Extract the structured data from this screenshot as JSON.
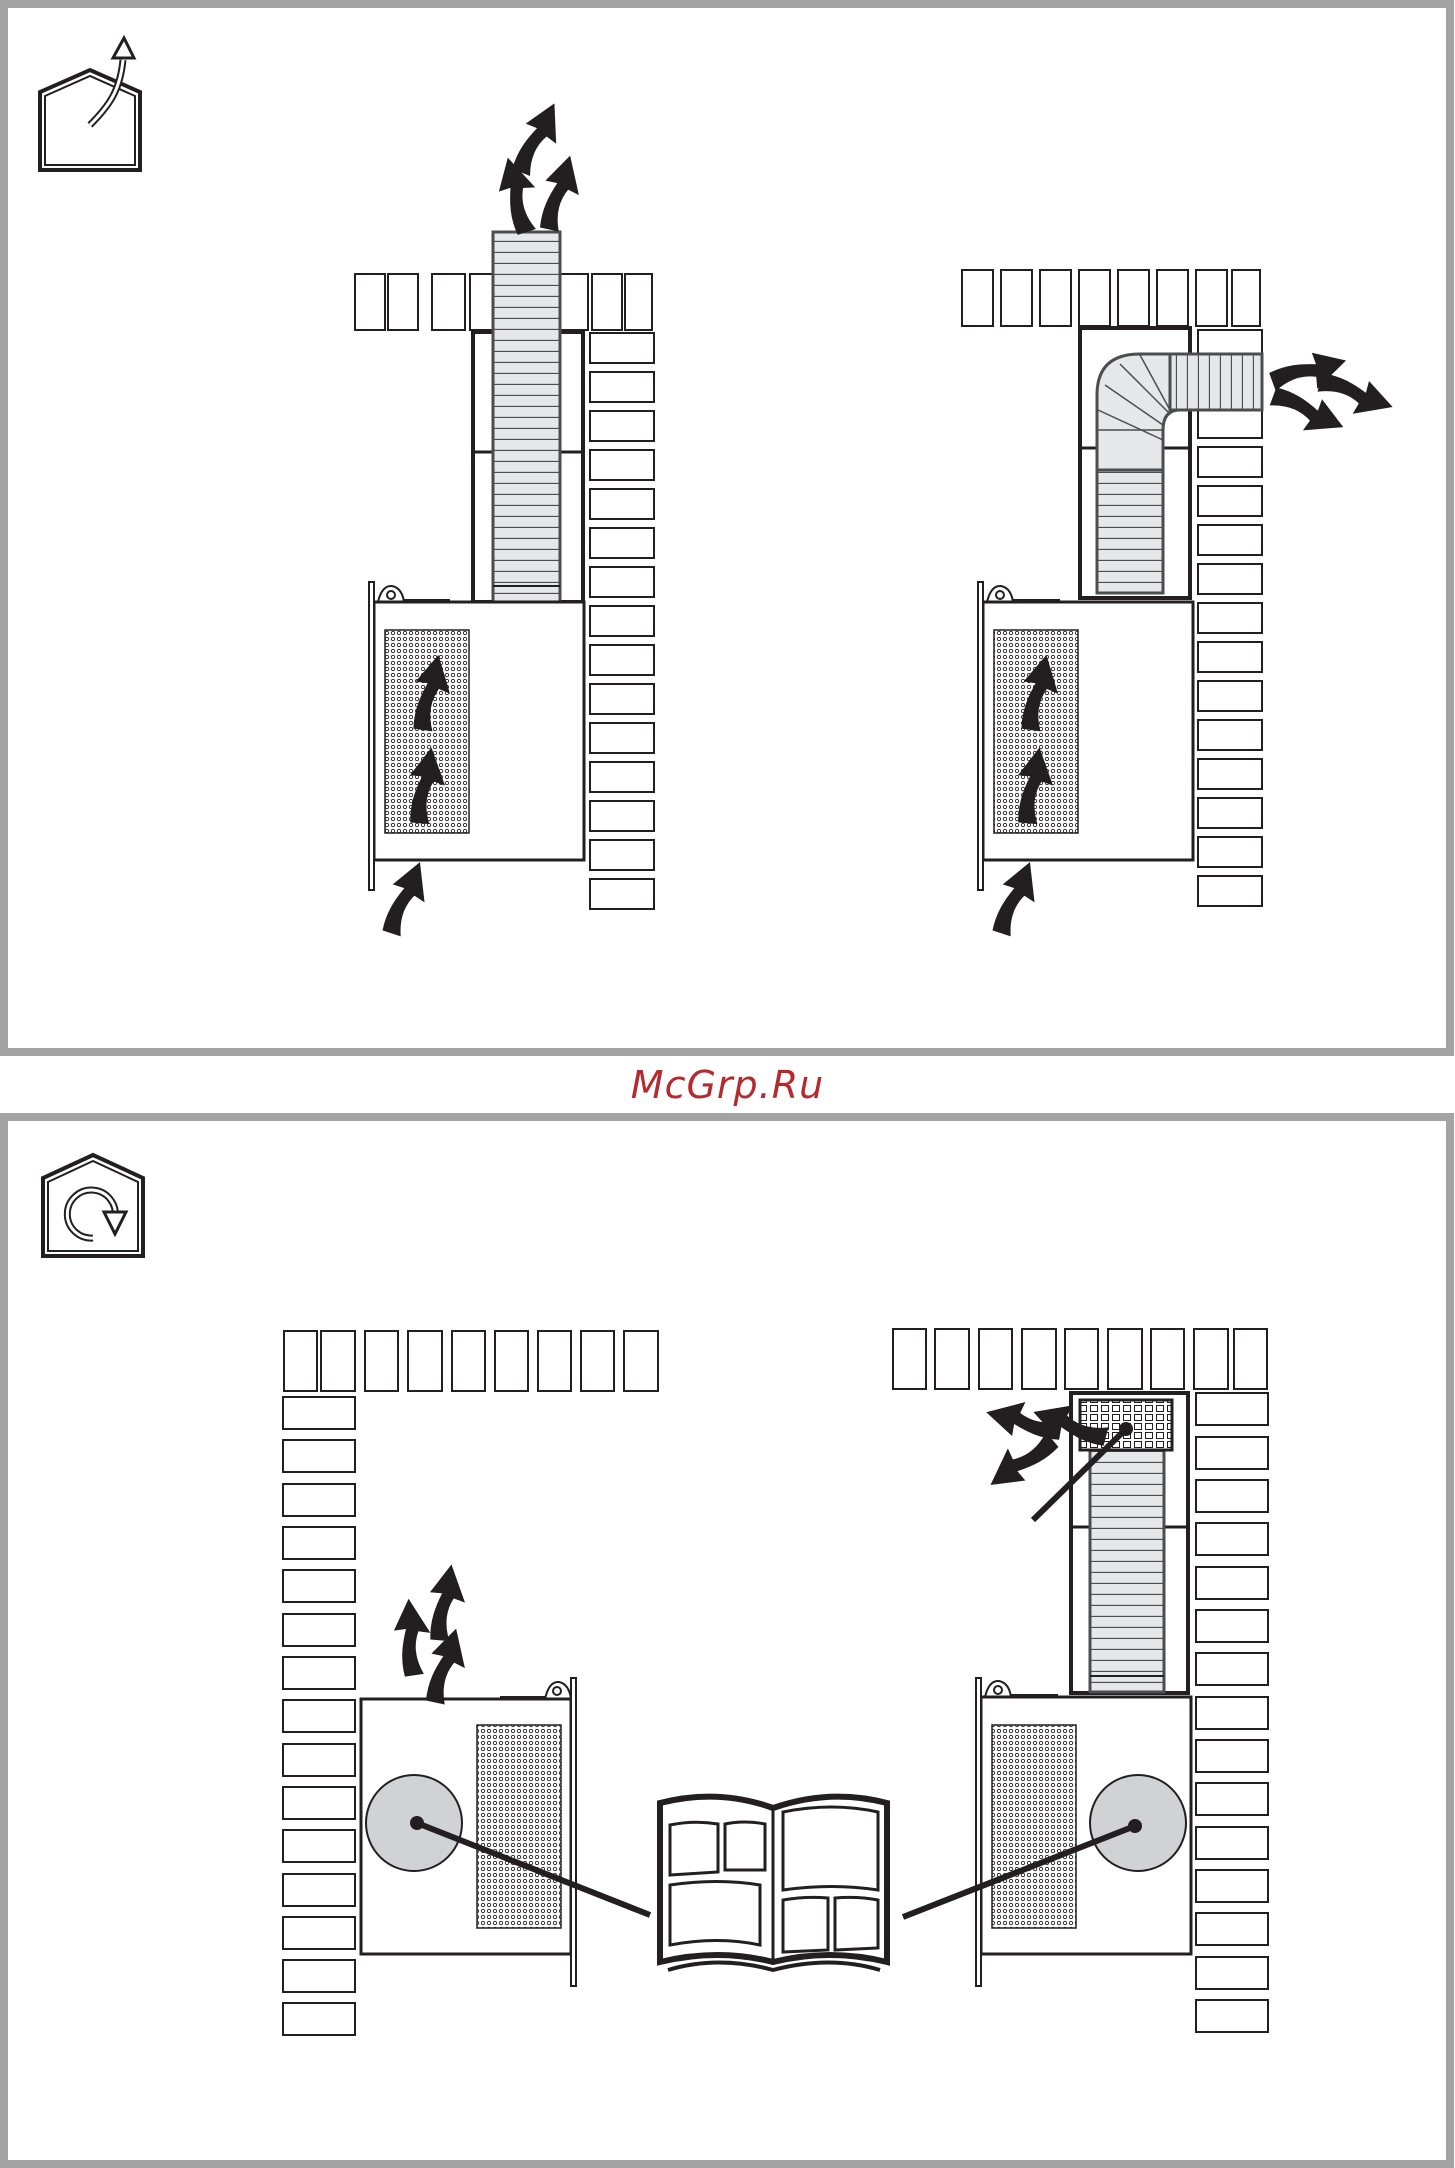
{
  "watermark": {
    "text": "McGrp.Ru",
    "color": "#b52a2e"
  },
  "colors": {
    "panel_border": "#a3a3a3",
    "line": "#231f20",
    "duct_fill": "#e6e7e8",
    "fan_fill": "#d1d2d4",
    "background": "#ffffff"
  },
  "panels": [
    {
      "id": "exhaust-air-mode",
      "icon": "house-exhaust-arrow-icon",
      "scenes": [
        "vertical-duct-through-roof",
        "elbow-duct-through-wall"
      ]
    },
    {
      "id": "recirculation-mode",
      "icon": "house-recirculation-arrow-icon",
      "scenes": [
        "hood-with-front-filter",
        "hood-with-chimney-filter"
      ],
      "callout": "open-book-icon"
    }
  ]
}
